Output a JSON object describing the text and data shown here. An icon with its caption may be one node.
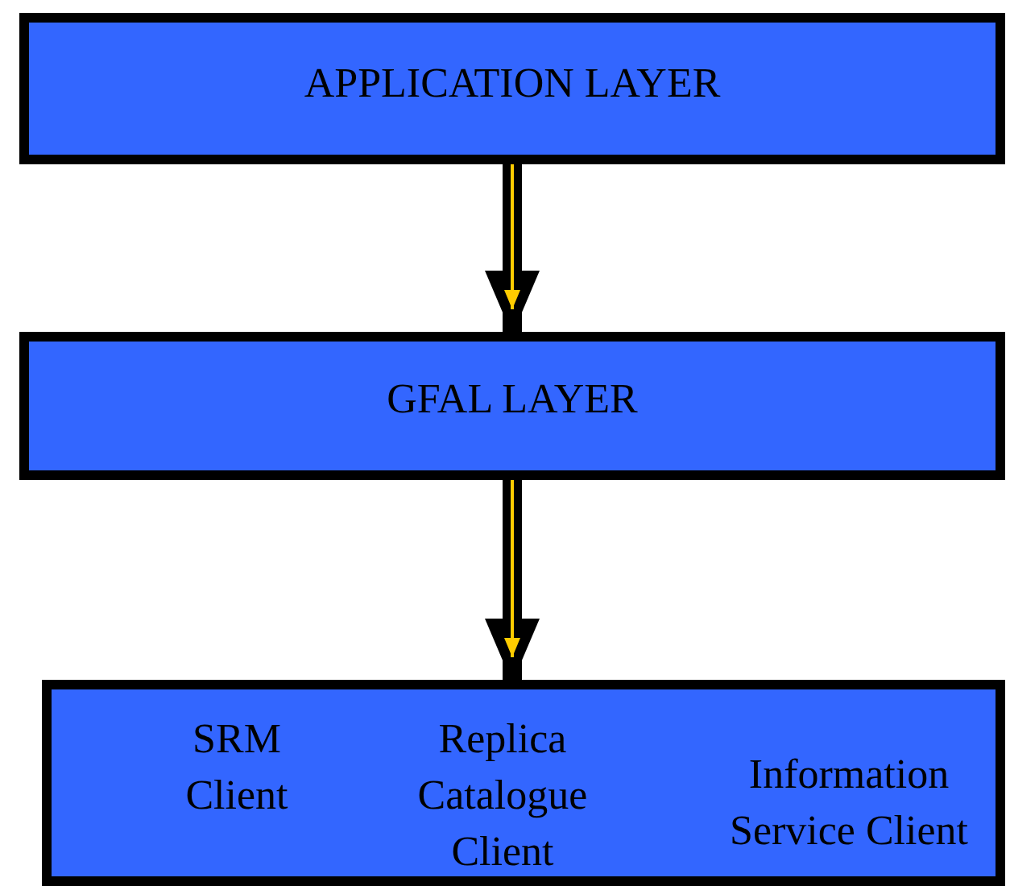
{
  "diagram": {
    "nodes": [
      {
        "text": [
          "APPLICATION LAYER"
        ]
      },
      {
        "text": [
          "GFAL LAYER"
        ]
      },
      {
        "text": [
          "SRM Client",
          "Replica Catalogue Client",
          "Information Service Client"
        ]
      }
    ],
    "edges": [
      {
        "from": 0,
        "to": 1,
        "arrow": "to"
      },
      {
        "from": 1,
        "to": 2,
        "arrow": "to"
      }
    ]
  }
}
